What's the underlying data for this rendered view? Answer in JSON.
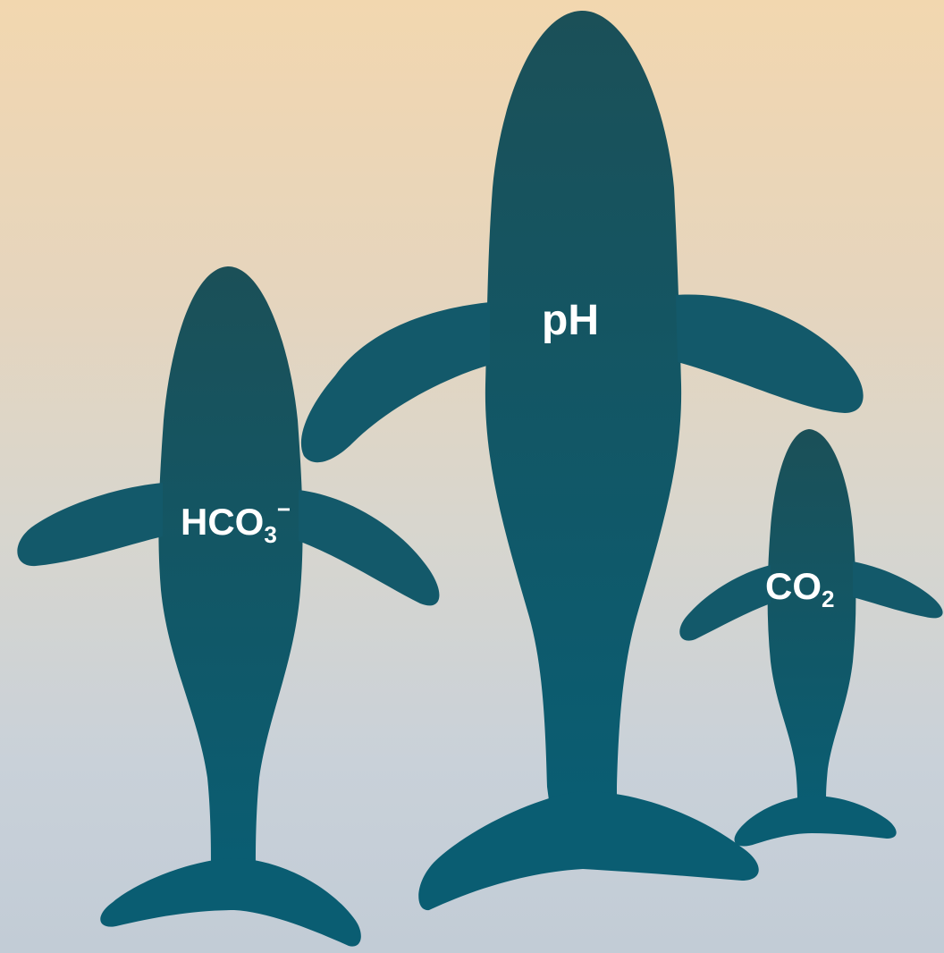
{
  "colors": {
    "whale_fill": "#0d5a6a",
    "whale_fill_top": "#1b5058",
    "background_top": "#f2d7af",
    "background_bottom": "#c2ccd6",
    "label_color": "#ffffff"
  },
  "whales": {
    "ph": {
      "label": "pH"
    },
    "hco3": {
      "label_base": "HCO",
      "label_sub": "3",
      "label_sup": "−"
    },
    "co2": {
      "label_base": "CO",
      "label_sub": "2"
    }
  }
}
